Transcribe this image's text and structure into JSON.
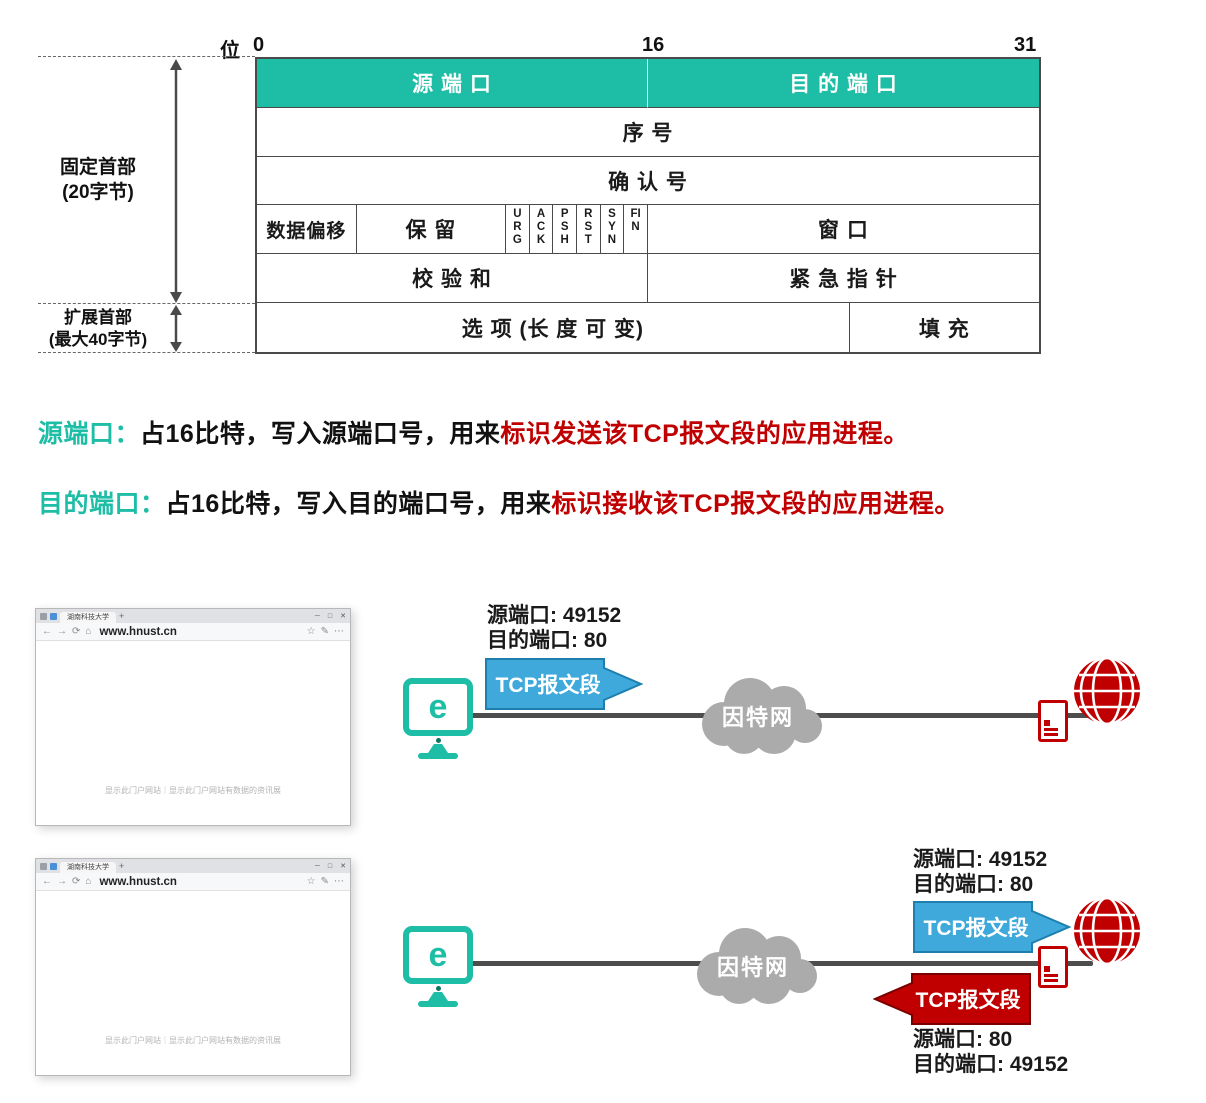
{
  "bit_header": {
    "label": "位",
    "mark0": "0",
    "mark16": "16",
    "mark31": "31"
  },
  "side": {
    "fixed_line1": "固定首部",
    "fixed_line2": "(20字节)",
    "ext_line1": "扩展首部",
    "ext_line2": "(最大40字节)"
  },
  "table": {
    "source_port": "源 端 口",
    "dest_port": "目 的 端 口",
    "seq_no": "序 号",
    "ack_no": "确 认 号",
    "data_offset": "数据偏移",
    "reserved": "保 留",
    "flags": [
      "URG",
      "ACK",
      "PSH",
      "RST",
      "SYN",
      "FIN"
    ],
    "window": "窗 口",
    "checksum": "校 验 和",
    "urgent_ptr": "紧 急 指 针",
    "options": "选 项 (长 度 可 变)",
    "padding": "填 充"
  },
  "notes": [
    {
      "term": "源端口：",
      "plain": "占16比特，写入源端口号，用来",
      "em": "标识发送该TCP报文段的应用进程。"
    },
    {
      "term": "目的端口：",
      "plain": "占16比特，写入目的端口号，用来",
      "em": "标识接收该TCP报文段的应用进程。"
    }
  ],
  "browser": {
    "tab_title": "湖南科技大学",
    "new_tab": "+",
    "url": "www.hnust.cn",
    "back": "←",
    "forward": "→",
    "refresh": "⟳",
    "home": "⌂",
    "star": "☆",
    "edit": "✎",
    "more": "⋯",
    "win_min": "─",
    "win_max": "□",
    "win_close": "✕",
    "caption": "显示此门户网站｜显示此门户网站有数据的资讯展"
  },
  "monitor": {
    "letter": "e"
  },
  "scene1": {
    "src_label": "源端口: 49152",
    "dst_label": "目的端口: 80",
    "tcp_label": "TCP报文段",
    "cloud_label": "因特网"
  },
  "scene2": {
    "req_src": "源端口: 49152",
    "req_dst": "目的端口: 80",
    "req_tcp": "TCP报文段",
    "resp_tcp": "TCP报文段",
    "resp_src": "源端口: 80",
    "resp_dst": "目的端口: 49152",
    "cloud_label": "因特网"
  },
  "colors": {
    "teal": "#1ebda6",
    "red_text": "#c00000",
    "blue_box": "#3fa9dc",
    "red_box": "#c00000",
    "cloud_gray": "#ababab",
    "line_gray": "#4d4d4d"
  }
}
